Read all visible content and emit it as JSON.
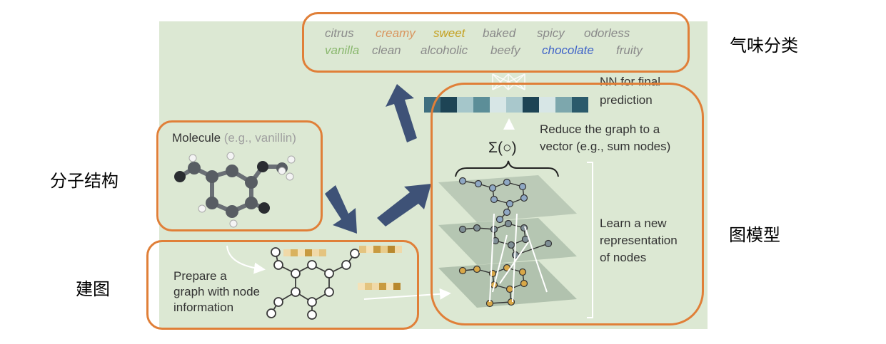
{
  "side_labels": {
    "odor_classes": "气味分类",
    "molecular_structure": "分子结构",
    "graph_building": "建图",
    "graph_model": "图模型"
  },
  "odor_words_row1": [
    {
      "text": "citrus",
      "color": "#8a8a8a"
    },
    {
      "text": "creamy",
      "color": "#d9955e"
    },
    {
      "text": "sweet",
      "color": "#c4a020"
    },
    {
      "text": "baked",
      "color": "#8a8a8a"
    },
    {
      "text": "spicy",
      "color": "#8a8a8a"
    },
    {
      "text": "odorless",
      "color": "#8a8a8a"
    }
  ],
  "odor_words_row2": [
    {
      "text": "vanilla",
      "color": "#8ab86e"
    },
    {
      "text": "clean",
      "color": "#8a8a8a"
    },
    {
      "text": "alcoholic",
      "color": "#8a8a8a"
    },
    {
      "text": "beefy",
      "color": "#8a8a8a"
    },
    {
      "text": "chocolate",
      "color": "#3f63c8"
    },
    {
      "text": "fruity",
      "color": "#8a8a8a"
    }
  ],
  "molecule": {
    "title": "Molecule",
    "example": " (e.g., vanillin)"
  },
  "prepare": {
    "line1": "Prepare a",
    "line2": "graph with node",
    "line3": "information"
  },
  "nn": {
    "line1": "NN for final",
    "line2": "prediction"
  },
  "reduce": {
    "line1": "Reduce the graph to a",
    "line2": "vector (e.g., sum nodes)"
  },
  "sigma": "Σ(○)",
  "learn": {
    "line1": "Learn a new",
    "line2": "representation",
    "line3": "of nodes"
  },
  "vector_colors": [
    "#3f6e7f",
    "#1d4455",
    "#a5c6ca",
    "#5c8e98",
    "#d7e6e6",
    "#a9c8cc",
    "#1d4455",
    "#d7e6e6",
    "#7da7ad",
    "#2b5a6b"
  ],
  "colors": {
    "highlight": "#e07f38",
    "arrow": "#3e5277",
    "panel": "#dce8d3"
  }
}
